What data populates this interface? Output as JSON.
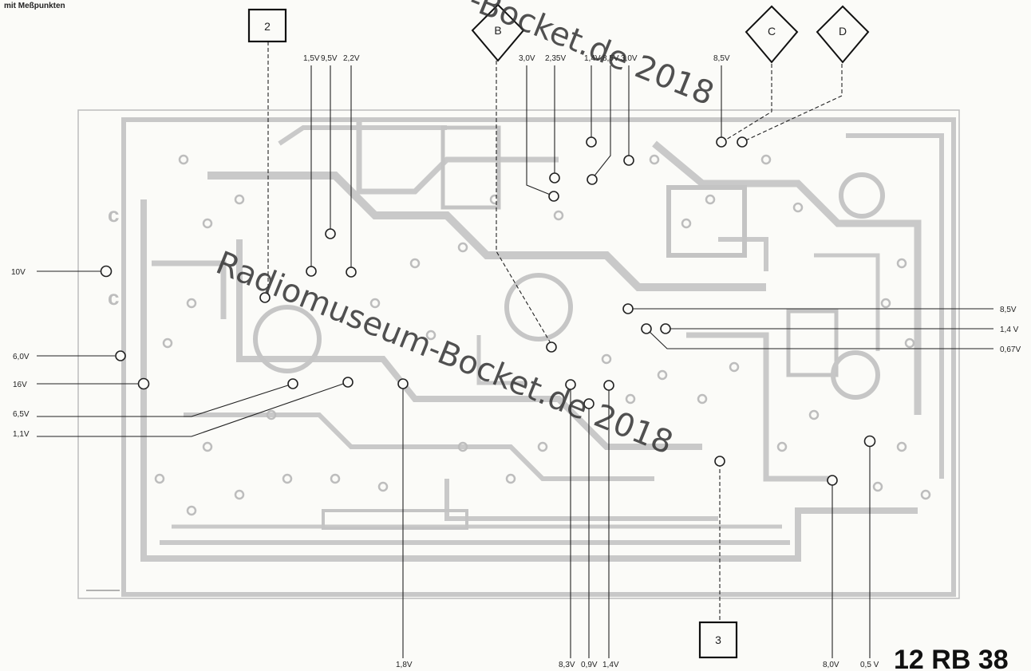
{
  "header": {
    "caption": "mit Meßpunkten"
  },
  "model_number": "12 RB 38",
  "watermarks": [
    {
      "text": "Radiomuseum-Bocket.de 2018"
    },
    {
      "text": "-Bocket.de 2018"
    }
  ],
  "markers": {
    "square": [
      "2",
      "3"
    ],
    "diamond": [
      "B",
      "C",
      "D"
    ]
  },
  "measurement_labels": {
    "top": [
      "1,5V",
      "9,5V",
      "2,2V",
      "3,0V",
      "2,35V",
      "1,4V",
      "8,5V",
      "3,0V",
      "8,5V"
    ],
    "left": [
      "10V",
      "6,0V",
      "16V",
      "6,5V",
      "1,1V"
    ],
    "right": [
      "8,5V",
      "1,4 V",
      "0,67V"
    ],
    "bottom": [
      "1,8V",
      "8,3V",
      "0,9V",
      "1,4V",
      "8,0V",
      "0,5 V"
    ]
  }
}
